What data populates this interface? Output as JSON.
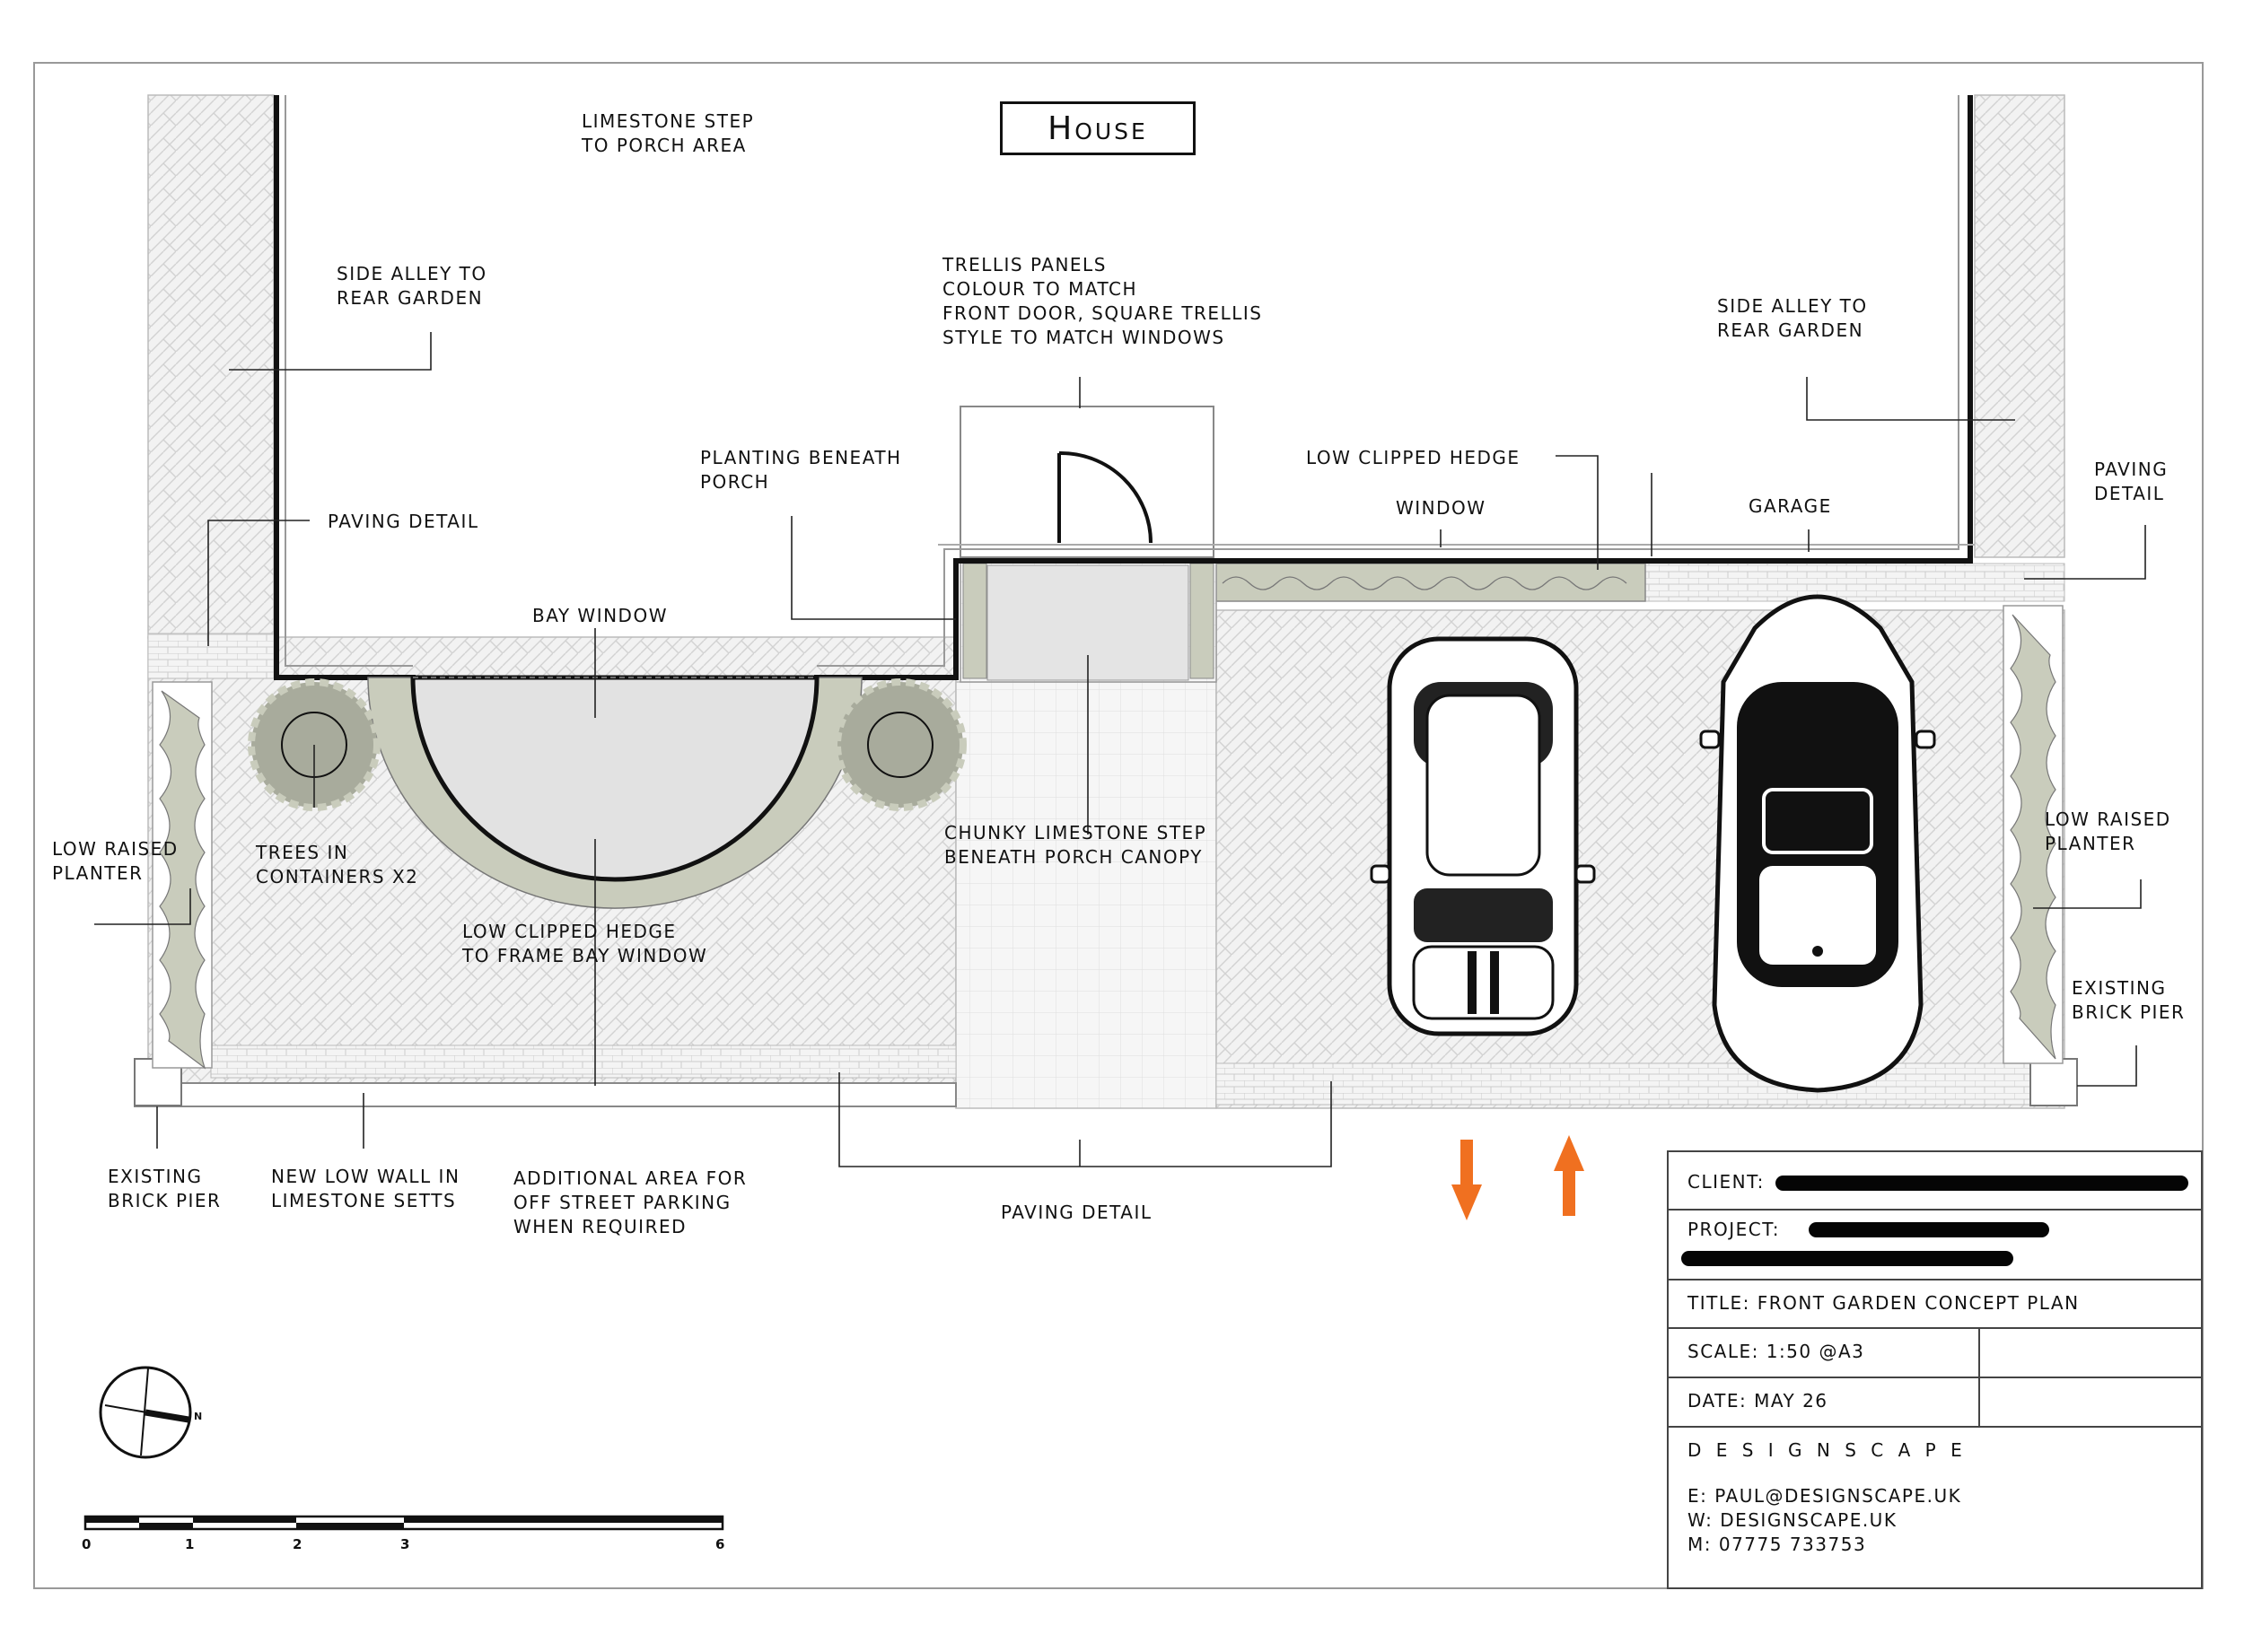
{
  "plan": {
    "house_title": "House",
    "labels": {
      "limestone_step": [
        "Limestone step",
        "to porch area"
      ],
      "side_alley_left": [
        "Side alley to",
        "rear garden"
      ],
      "side_alley_right": [
        "Side alley to",
        "rear garden"
      ],
      "trellis": [
        "Trellis panels",
        "colour to match",
        "front door, square trellis",
        "style to match windows"
      ],
      "planting_porch": [
        "Planting beneath",
        "porch"
      ],
      "low_hedge_top": [
        "Low clipped hedge"
      ],
      "window": [
        "Window"
      ],
      "garage": [
        "Garage"
      ],
      "paving_left": [
        "Paving detail"
      ],
      "paving_right": [
        "Paving",
        "detail"
      ],
      "bay_window": [
        "Bay window"
      ],
      "low_planter_left": [
        "Low raised",
        "planter"
      ],
      "trees": [
        "Trees in",
        "containers x2"
      ],
      "chunky_step": [
        "Chunky limestone step",
        "beneath porch canopy"
      ],
      "low_planter_right": [
        "Low raised",
        "planter"
      ],
      "hedge_bay": [
        "Low clipped hedge",
        "to frame bay window"
      ],
      "pier_right": [
        "Existing",
        "brick pier"
      ],
      "pier_left": [
        "Existing",
        "brick pier"
      ],
      "new_wall": [
        "New low wall in",
        "limestone setts"
      ],
      "additional_area": [
        "Additional area for",
        "off street parking",
        "when required"
      ],
      "paving_bottom": [
        "Paving detail"
      ]
    },
    "colors": {
      "hedge": "#c9ccbc",
      "tree": "#a8ab9c",
      "arrow": "#f07020",
      "paving": "#ededed",
      "line": "#111111"
    }
  },
  "title_block": {
    "client_label": "Client:",
    "project_label": "Project:",
    "title": "Title: Front garden concept plan",
    "scale": "Scale: 1:50 @A3",
    "date": "Date: May 26",
    "company": "D e s i g n s c a p e",
    "email": "E: paul@designscape.uk",
    "web": "W: designscape.uk",
    "mobile": "M: 07775 733753"
  },
  "scale_bar": {
    "ticks": [
      "0",
      "1",
      "2",
      "3",
      "6"
    ]
  },
  "north": {
    "label": "N"
  }
}
